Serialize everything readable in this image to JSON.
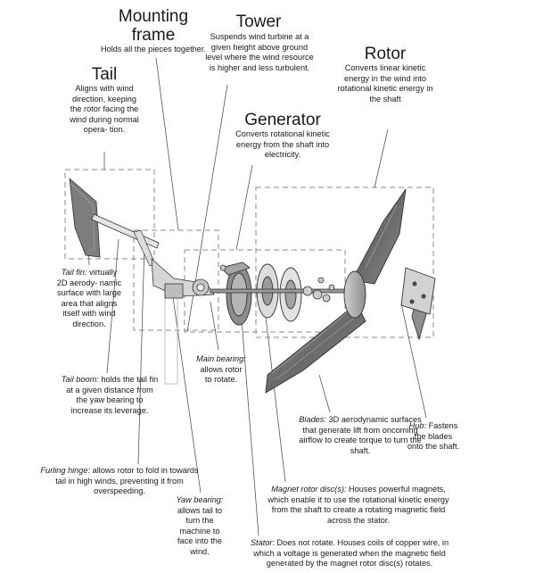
{
  "components": {
    "mounting_frame": {
      "title_line1": "Mounting",
      "title_line2": "frame",
      "description": "Holds all the pieces together."
    },
    "tower": {
      "title": "Tower",
      "description": "Suspends wind turbine at a given height above ground level where the wind resource is higher and less turbulent."
    },
    "rotor": {
      "title": "Rotor",
      "description": "Converts linear kinetic energy in the wind into rotational kinetic energy in the shaft"
    },
    "tail": {
      "title": "Tail",
      "description": "Aligns with wind direction, keeping the rotor facing the wind during normal opera- tion."
    },
    "generator": {
      "title": "Generator",
      "description": "Converts rotational kinetic energy from the shaft into electricity."
    }
  },
  "parts": {
    "tail_fin": {
      "term": "Tail fin:",
      "text": "virtually 2D aerody- namic surface with large area that aligns itself with wind direction."
    },
    "tail_boom": {
      "term": "Tail boom:",
      "text": "holds the tail fin at a given distance from the yaw bearing to increase its leverage."
    },
    "furling_hinge": {
      "term": "Furling hinge:",
      "text": "allows rotor to fold in towards tail in high winds, preventing it from overspeeding."
    },
    "yaw_bearing": {
      "term": "Yaw bearing:",
      "text": "allows tail to turn the machine to face into the wind."
    },
    "main_bearing": {
      "term": "Main bearing:",
      "text": "allows rotor to rotate."
    },
    "blades": {
      "term": "Blades:",
      "text": "3D aerodynamic surfaces that generate lift from oncoming airflow to create torque to turn the shaft."
    },
    "hub": {
      "term": "Hub:",
      "text": "Fastens the blades onto the shaft."
    },
    "magnet_rotor": {
      "term": "Magnet rotor disc(s):",
      "text": "Houses powerful magnets, which enable it to use the rotational kinetic energy from the shaft to create a rotating magnetic field across the stator."
    },
    "stator": {
      "term": "Stator:",
      "text": "Does not rotate. Houses coils of copper wire, in which a voltage is generated when the magnetic field generated by the magnet rotor disc(s) rotates."
    }
  }
}
